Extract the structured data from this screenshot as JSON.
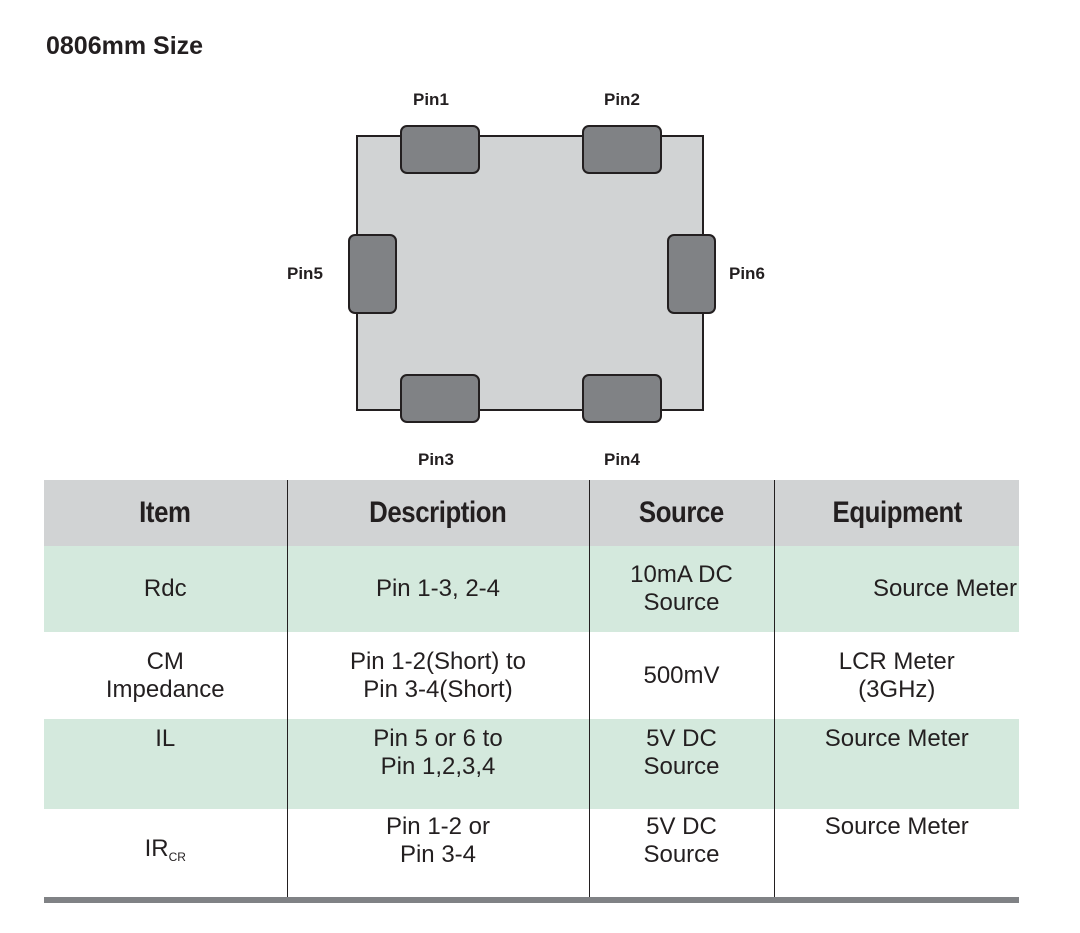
{
  "title": "0806mm Size",
  "pins": {
    "pin1": "Pin1",
    "pin2": "Pin2",
    "pin3": "Pin3",
    "pin4": "Pin4",
    "pin5": "Pin5",
    "pin6": "Pin6"
  },
  "colors": {
    "package_fill": "#d1d3d4",
    "pad_fill": "#808285",
    "header_fill": "#d1d3d4",
    "row_highlight": "#d4e9dd",
    "text": "#231f20"
  },
  "table": {
    "headers": [
      "Item",
      "Description",
      "Source",
      "Equipment"
    ],
    "rows": [
      {
        "item": "Rdc",
        "description": [
          "Pin 1-3, 2-4"
        ],
        "source": [
          "10mA DC",
          "Source"
        ],
        "equipment": [
          "Source Meter"
        ]
      },
      {
        "item": [
          "CM",
          "Impedance"
        ],
        "description": [
          "Pin 1-2(Short) to",
          "Pin 3-4(Short)"
        ],
        "source": [
          "500mV"
        ],
        "equipment": [
          "LCR Meter",
          "(3GHz)"
        ]
      },
      {
        "item": "IL",
        "description": [
          "Pin 5 or 6 to",
          "Pin 1,2,3,4"
        ],
        "source": [
          "5V DC",
          "Source"
        ],
        "equipment": [
          "Source Meter"
        ]
      },
      {
        "item": "IR",
        "item_sub": "CR",
        "description": [
          "Pin 1-2 or",
          "Pin 3-4"
        ],
        "source": [
          "5V DC",
          "Source"
        ],
        "equipment": [
          "Source Meter"
        ]
      }
    ]
  }
}
